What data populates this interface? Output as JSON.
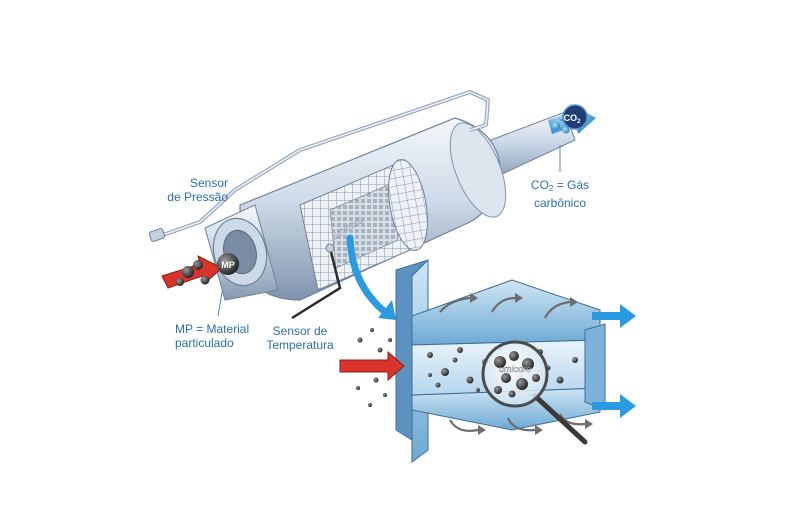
{
  "labels": {
    "pressure_sensor": [
      "Sensor",
      "de Pressão"
    ],
    "co2_definition": {
      "prefix": "CO",
      "sub": "2",
      "suffix": " = Gás",
      "line2": "carbônico"
    },
    "mp_definition": [
      "MP = Material",
      "particulado"
    ],
    "temperature_sensor": [
      "Sensor de",
      "Temperatura"
    ]
  },
  "badges": {
    "mp": "MP",
    "co2": {
      "prefix": "CO",
      "sub": "2"
    }
  },
  "brand": {
    "filter_logo": "umicore",
    "magnifier_logo": "umicore"
  },
  "colors": {
    "label_blue": "#2a6fb0",
    "steel_light": "#e9f0f8",
    "steel_mid": "#b9c9dc",
    "steel_dark": "#7f94ad",
    "channel_blue": "#9fc8e6",
    "arrow_blue": "#2a9be0",
    "arrow_red": "#d9342b",
    "particle": "#3a3a3a"
  }
}
